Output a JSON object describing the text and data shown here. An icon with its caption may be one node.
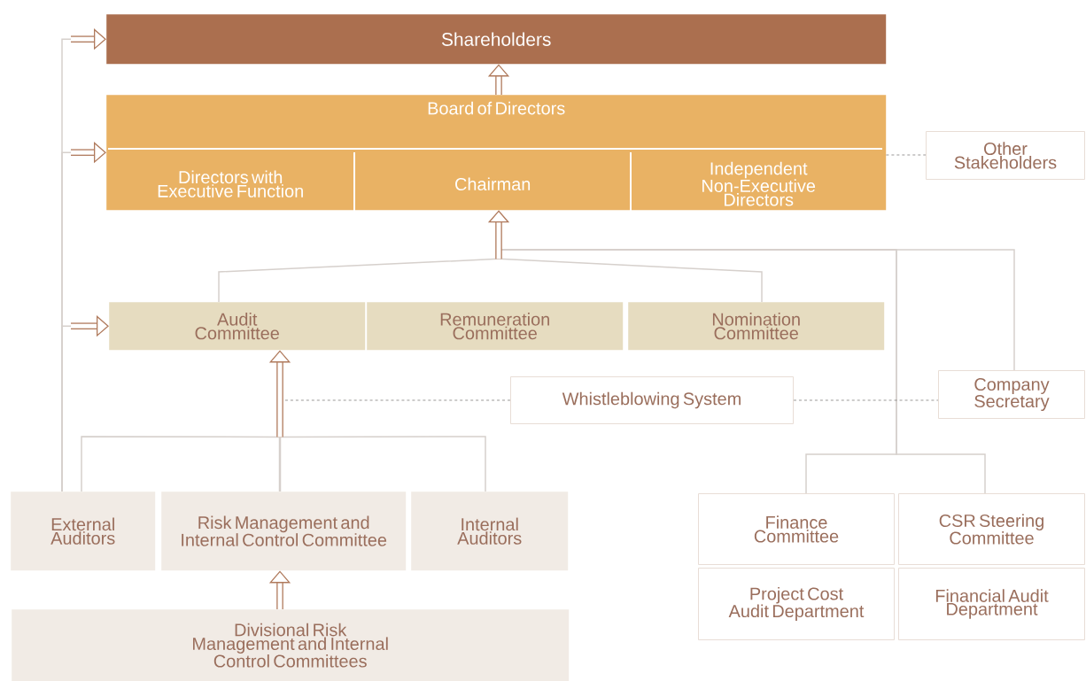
{
  "diagram": {
    "nodes": [
      {
        "text": [
          "Shareholders"
        ]
      },
      {
        "text": [
          "Board of Directors"
        ]
      },
      {
        "text": [
          "Directors with Executive Function"
        ],
        "in": 1
      },
      {
        "text": [
          "Chairman"
        ],
        "in": 1
      },
      {
        "text": [
          "Independent Non-Executive Directors"
        ],
        "in": 1
      },
      {
        "text": [
          "Other Stakeholders"
        ]
      },
      {
        "text": [
          "Audit Committee"
        ]
      },
      {
        "text": [
          "Remuneration Committee"
        ]
      },
      {
        "text": [
          "Nomination Committee"
        ]
      },
      {
        "text": [
          "Whistleblowing System"
        ]
      },
      {
        "text": [
          "Company Secretary"
        ]
      },
      {
        "text": [
          "External Auditors"
        ]
      },
      {
        "text": [
          "Risk Management and Internal Control Committee"
        ]
      },
      {
        "text": [
          "Internal Auditors"
        ]
      },
      {
        "text": [
          "Divisional Risk Management and Internal Control Committees"
        ]
      },
      {
        "text": [
          "Finance Committee"
        ]
      },
      {
        "text": [
          "CSR Steering Committee"
        ]
      },
      {
        "text": [
          "Project Cost Audit Department"
        ]
      },
      {
        "text": [
          "Financial Audit Department"
        ]
      }
    ],
    "edges": [
      {
        "from": 1,
        "to": 0,
        "arrow": "to",
        "style": "thick",
        "color": "#b07a5c"
      },
      {
        "from": 11,
        "to": 0,
        "arrow": "to"
      },
      {
        "from": 11,
        "to": 1,
        "arrow": "to"
      },
      {
        "from": 11,
        "to": 6,
        "arrow": "to"
      },
      {
        "from": 6,
        "to": 1,
        "arrow": "to"
      },
      {
        "from": 8,
        "to": 1,
        "arrow": "to"
      },
      {
        "from": 10,
        "to": 1,
        "arrow": "to"
      },
      {
        "from": 15,
        "to": 1,
        "arrow": "to"
      },
      {
        "from": 16,
        "to": 1,
        "arrow": "to"
      },
      {
        "from": 11,
        "to": 6,
        "arrow": "to"
      },
      {
        "from": 12,
        "to": 6,
        "arrow": "to",
        "style": "thick",
        "color": "#b07a5c"
      },
      {
        "from": 13,
        "to": 6,
        "arrow": "to"
      },
      {
        "from": 14,
        "to": 12,
        "arrow": "to",
        "style": "thick",
        "color": "#b07a5c"
      },
      {
        "from": 1,
        "to": 5,
        "arrow": "none",
        "style": "dashed",
        "color": "#6e6a68"
      },
      {
        "from": 9,
        "to": null,
        "arrow": "none",
        "style": "dashed",
        "color": "#6e6a68"
      },
      {
        "from": 9,
        "to": 10,
        "arrow": "none",
        "style": "dashed",
        "color": "#6e6a68"
      }
    ]
  }
}
